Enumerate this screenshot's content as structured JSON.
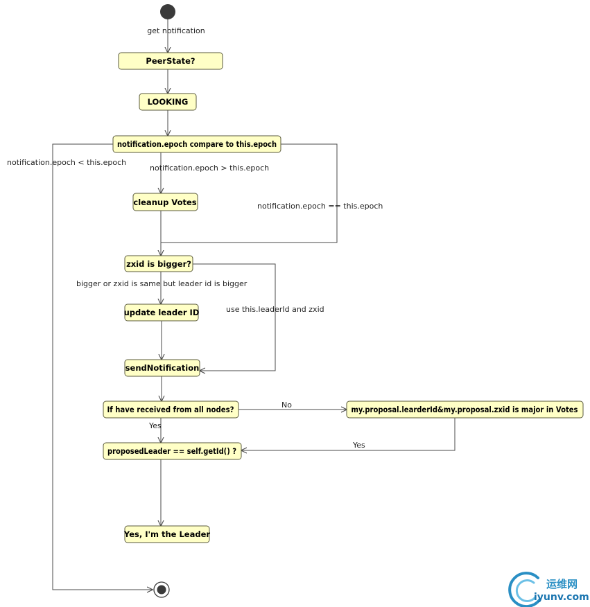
{
  "nodes": {
    "peerstate": "PeerState?",
    "looking": "LOOKING",
    "epoch_compare": "notification.epoch compare to this.epoch",
    "cleanup": "cleanup Votes",
    "zxid": "zxid is bigger?",
    "update_leader": "update leader ID",
    "send": "sendNotification",
    "received_all": "If have received from all nodes?",
    "major": "my.proposal.learderId&my.proposal.zxid is major in Votes",
    "proposed": "proposedLeader == self.getId() ?",
    "leader": "Yes, I'm the Leader"
  },
  "edges": {
    "get_notification": "get notification",
    "epoch_less": "notification.epoch < this.epoch",
    "epoch_greater": "notification.epoch > this.epoch",
    "epoch_equal": "notification.epoch == this.epoch",
    "bigger": "bigger or zxid is same but leader id is bigger",
    "use_this": "use this.leaderId and zxid",
    "no": "No",
    "yes_down": "Yes",
    "yes_back": "Yes"
  },
  "watermark": {
    "cn": "运维网",
    "en": "iyunv.com"
  },
  "colors": {
    "node_fill": "#ffffc6",
    "node_border": "#5a5a3c",
    "edge": "#4a4a4a",
    "watermark": "#2a8fc4"
  }
}
